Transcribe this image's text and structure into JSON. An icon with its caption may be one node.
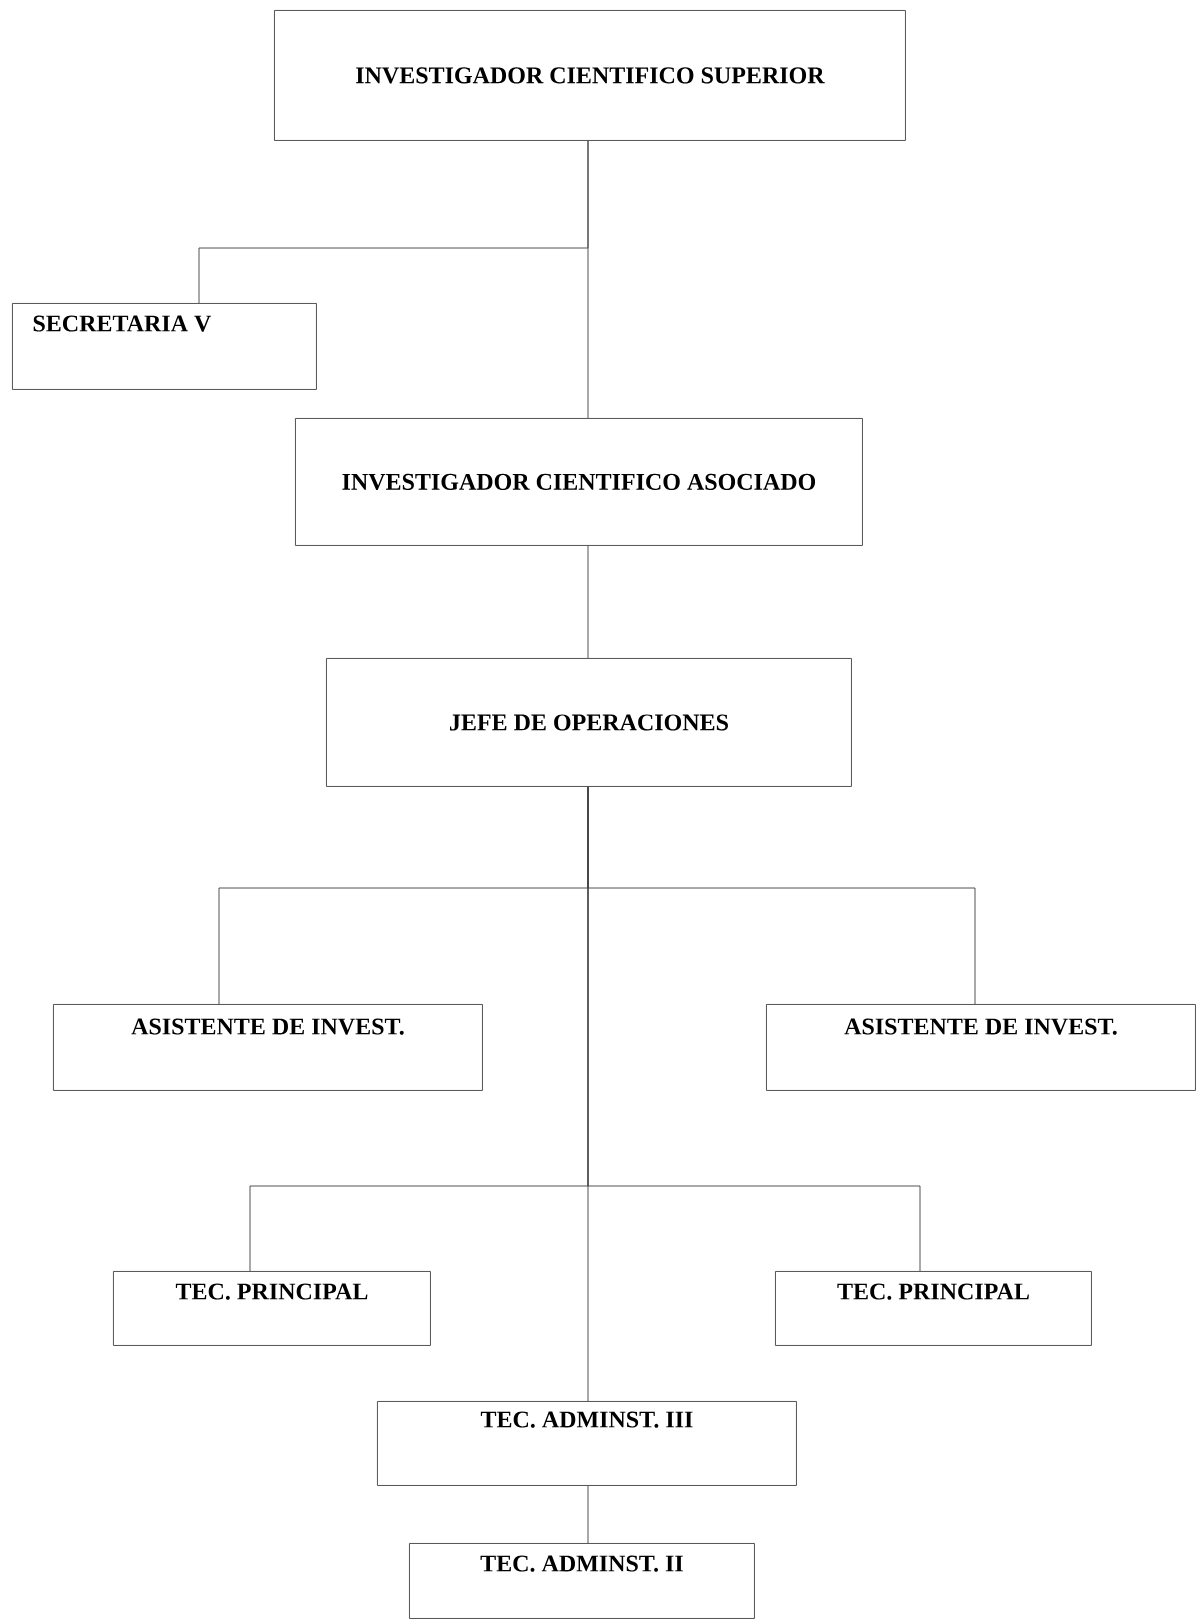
{
  "diagram": {
    "nodes": [
      {
        "text": [
          "INVESTIGADOR CIENTIFICO SUPERIOR"
        ]
      },
      {
        "text": [
          "SECRETARIA V"
        ]
      },
      {
        "text": [
          "INVESTIGADOR CIENTIFICO ASOCIADO"
        ]
      },
      {
        "text": [
          "JEFE DE OPERACIONES"
        ]
      },
      {
        "text": [
          "ASISTENTE DE INVEST."
        ]
      },
      {
        "text": [
          "ASISTENTE DE INVEST."
        ]
      },
      {
        "text": [
          "TEC. PRINCIPAL"
        ]
      },
      {
        "text": [
          "TEC. PRINCIPAL"
        ]
      },
      {
        "text": [
          "TEC. ADMINST. III"
        ]
      },
      {
        "text": [
          "TEC. ADMINST. II"
        ]
      }
    ],
    "edges": [
      {
        "from": 0,
        "to": 1,
        "arrow": "none"
      },
      {
        "from": 0,
        "to": 2,
        "arrow": "none"
      },
      {
        "from": 2,
        "to": 3,
        "arrow": "none"
      },
      {
        "from": 3,
        "to": 4,
        "arrow": "none"
      },
      {
        "from": 3,
        "to": 5,
        "arrow": "none"
      },
      {
        "from": 3,
        "to": 6,
        "arrow": "none"
      },
      {
        "from": 3,
        "to": 7,
        "arrow": "none"
      },
      {
        "from": 3,
        "to": 8,
        "arrow": "none"
      },
      {
        "from": 8,
        "to": 9,
        "arrow": "none"
      }
    ]
  }
}
